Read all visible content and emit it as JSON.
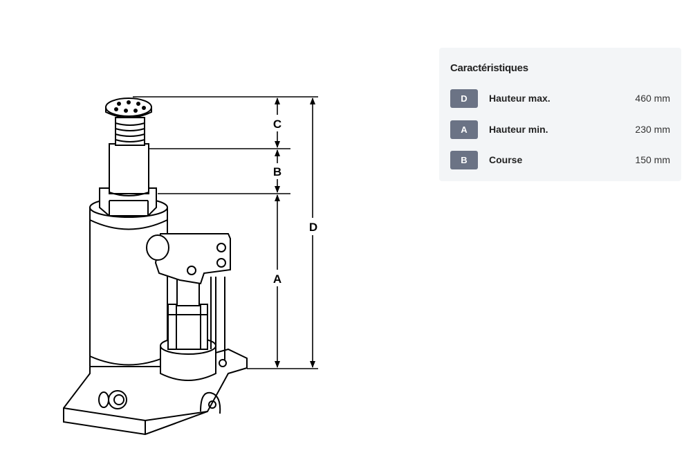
{
  "diagram": {
    "labels": {
      "c": "C",
      "b": "B",
      "a": "A",
      "d": "D"
    }
  },
  "panel": {
    "title": "Caractéristiques",
    "rows": [
      {
        "badge": "D",
        "label": "Hauteur max.",
        "value": "460 mm"
      },
      {
        "badge": "A",
        "label": "Hauteur min.",
        "value": "230 mm"
      },
      {
        "badge": "B",
        "label": "Course",
        "value": "150 mm"
      }
    ],
    "badge_color": "#6b7385"
  }
}
